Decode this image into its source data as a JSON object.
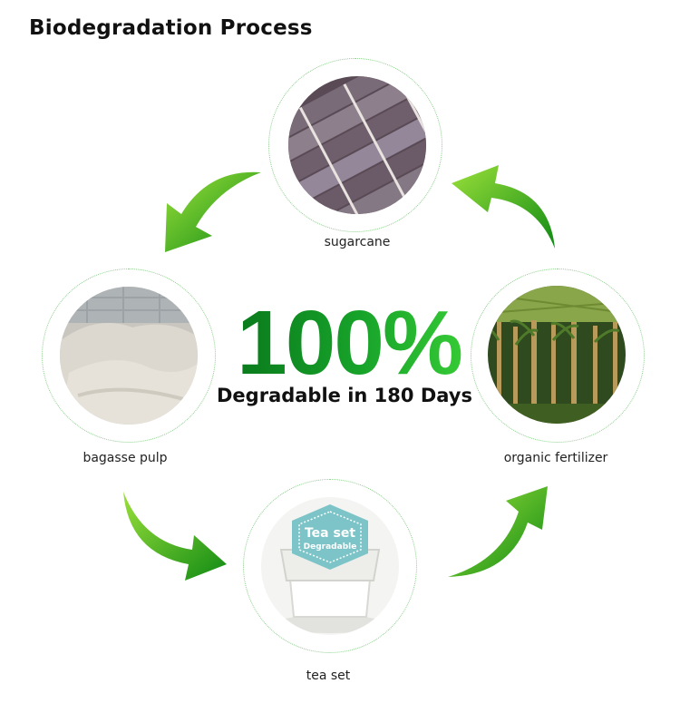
{
  "title": "Biodegradation Process",
  "center": {
    "percent": "100%",
    "subtitle": "Degradable in 180 Days"
  },
  "stages": {
    "sugarcane": "sugarcane",
    "bagasse": "bagasse pulp",
    "teaset": "tea set",
    "fertilizer": "organic fertilizer"
  },
  "teaset_box": {
    "line1": "Tea set",
    "line2": "Degradable"
  },
  "colors": {
    "arrow_dark": "#0f8a14",
    "arrow_light": "#9be03a",
    "ring": "#8ccf8c"
  }
}
